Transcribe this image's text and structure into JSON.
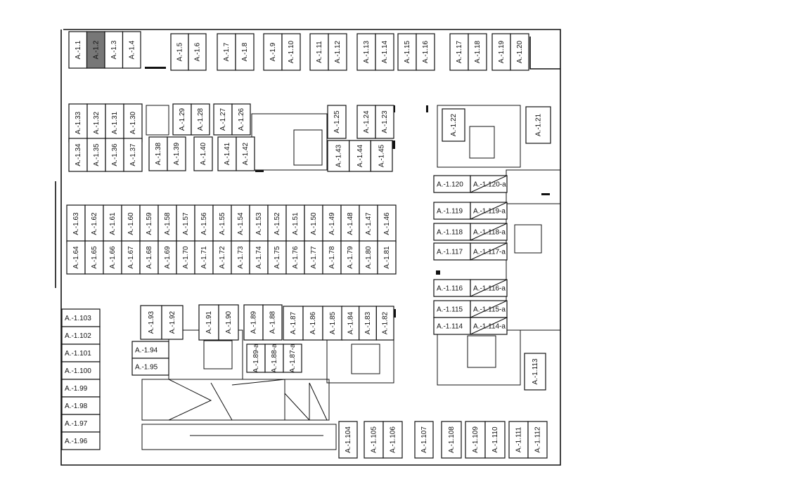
{
  "plan": {
    "highlight_color": "#777777",
    "groups": [
      {
        "labels": [
          "A.-1.1",
          "A.-1.2",
          "A.-1.3",
          "A.-1.4"
        ]
      },
      {
        "labels": [
          "A.-1.5",
          "A.-1.6"
        ]
      },
      {
        "labels": [
          "A.-1.7",
          "A.-1.8"
        ]
      },
      {
        "labels": [
          "A.-1.9",
          "A.-1.10"
        ]
      },
      {
        "labels": [
          "A.-1.11",
          "A.-1.12"
        ]
      },
      {
        "labels": [
          "A.-1.13",
          "A.-1.14"
        ]
      },
      {
        "labels": [
          "A.-1.15",
          "A.-1.16"
        ]
      },
      {
        "labels": [
          "A.-1.17",
          "A.-1.18"
        ]
      },
      {
        "labels": [
          "A.-1.19",
          "A.-1.20"
        ]
      },
      {
        "labels": [
          "A.-1.33",
          "A.-1.32",
          "A.-1.31",
          "A.-1.30"
        ]
      },
      {
        "labels": [
          "A.-1.34",
          "A.-1.35",
          "A.-1.36",
          "A.-1.37"
        ]
      },
      {
        "labels": [
          "A.-1.29",
          "A.-1.28"
        ]
      },
      {
        "labels": [
          "A.-1.27",
          "A.-1.26"
        ]
      },
      {
        "labels": [
          "A.-1.38",
          "A.-1.39"
        ]
      },
      {
        "labels": [
          "A.-1.40"
        ]
      },
      {
        "labels": [
          "A.-1.41",
          "A.-1.42"
        ]
      },
      {
        "labels": [
          "A.-1.25"
        ]
      },
      {
        "labels": [
          "A.-1.24",
          "A.-1.23"
        ]
      },
      {
        "labels": [
          "A.-1.43",
          "A.-1.44",
          "A.-1.45"
        ]
      },
      {
        "labels": [
          "A.-1.22"
        ]
      },
      {
        "labels": [
          "A.-1.21"
        ]
      },
      {
        "labels": [
          "A.-1.63",
          "A.-1.62",
          "A.-1.61",
          "A.-1.60",
          "A.-1.59",
          "A.-1.58",
          "A.-1.57",
          "A.-1.56",
          "A.-1.55",
          "A.-1.54",
          "A.-1.53",
          "A.-1.52",
          "A.-1.51",
          "A.-1.50",
          "A.-1.49",
          "A.-1.48",
          "A.-1.47",
          "A.-1.46"
        ]
      },
      {
        "labels": [
          "A.-1.64",
          "A.-1.65",
          "A.-1.66",
          "A.-1.67",
          "A.-1.68",
          "A.-1.69",
          "A.-1.70",
          "A.-1.71",
          "A.-1.72",
          "A.-1.73",
          "A.-1.74",
          "A.-1.75",
          "A.-1.76",
          "A.-1.77",
          "A.-1.78",
          "A.-1.79",
          "A.-1.80",
          "A.-1.81"
        ]
      },
      {
        "labels": [
          "A.-1.120",
          "A.-1.120-a"
        ]
      },
      {
        "labels": [
          "A.-1.119",
          "A.-1.119-a"
        ]
      },
      {
        "labels": [
          "A.-1.118",
          "A.-1.118-a"
        ]
      },
      {
        "labels": [
          "A.-1.117",
          "A.-1.117-a"
        ]
      },
      {
        "labels": [
          "A.-1.116",
          "A.-1.116-a"
        ]
      },
      {
        "labels": [
          "A.-1.115",
          "A.-1.115-a"
        ]
      },
      {
        "labels": [
          "A.-1.114",
          "A.-1.114-a"
        ]
      },
      {
        "labels": [
          "A.-1.103",
          "A.-1.102",
          "A.-1.101",
          "A.-1.100",
          "A.-1.99",
          "A.-1.98",
          "A.-1.97",
          "A.-1.96"
        ]
      },
      {
        "labels": [
          "A.-1.93",
          "A.-1.92"
        ]
      },
      {
        "labels": [
          "A.-1.94",
          "A.-1.95"
        ]
      },
      {
        "labels": [
          "A.-1.91",
          "A.-1.90"
        ]
      },
      {
        "labels": [
          "A.-1.89",
          "A.-1.88"
        ]
      },
      {
        "labels": [
          "A.-1.87",
          "A.-1.86",
          "A.-1.85"
        ]
      },
      {
        "labels": [
          "A.-1.84",
          "A.-1.83",
          "A.-1.82"
        ]
      },
      {
        "labels": [
          "A.-1.89-a",
          "A.-1.88-a",
          "A.-1.87-a"
        ]
      },
      {
        "labels": [
          "A.-1.113"
        ]
      },
      {
        "labels": [
          "A.-1.104"
        ]
      },
      {
        "labels": [
          "A.-1.105",
          "A.-1.106"
        ]
      },
      {
        "labels": [
          "A.-1.107"
        ]
      },
      {
        "labels": [
          "A.-1.108"
        ]
      },
      {
        "labels": [
          "A.-1.109",
          "A.-1.110"
        ]
      },
      {
        "labels": [
          "A.-1.111",
          "A.-1.112"
        ]
      }
    ]
  }
}
